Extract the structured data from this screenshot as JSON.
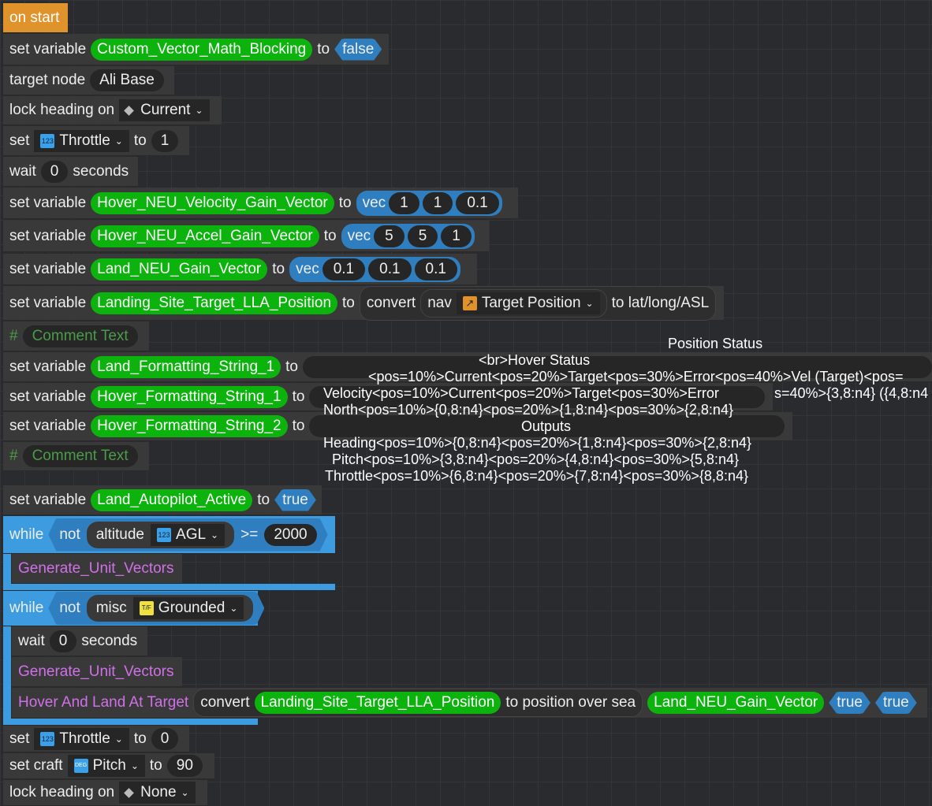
{
  "on_start": "on start",
  "kw": {
    "set_variable": "set variable",
    "to": "to",
    "set": "set",
    "set_craft": "set craft",
    "wait": "wait",
    "seconds": "seconds",
    "lock_heading_on": "lock heading on",
    "target_node": "target node",
    "vec": "vec",
    "convert": "convert",
    "nav": "nav",
    "to_lat_long_asl": "to lat/long/ASL",
    "to_position_over_sea": "to position over sea",
    "while": "while",
    "not": "not",
    "altitude": "altitude",
    "misc": "misc",
    "gte": ">=",
    "hash": "#",
    "comma": ","
  },
  "r1": {
    "var": "Custom_Vector_Math_Blocking",
    "value": "false"
  },
  "r2": {
    "node": "Ali Base"
  },
  "r3": {
    "heading": "Current"
  },
  "r4": {
    "prop": "Throttle",
    "value": "1",
    "badge": "123"
  },
  "r5": {
    "value": "0"
  },
  "r6": {
    "var": "Hover_NEU_Velocity_Gain_Vector",
    "x": "1",
    "y": "1",
    "z": "0.1"
  },
  "r7": {
    "var": "Hover_NEU_Accel_Gain_Vector",
    "x": "5",
    "y": "5",
    "z": "1"
  },
  "r8": {
    "var": "Land_NEU_Gain_Vector",
    "x": "0.1",
    "y": "0.1",
    "z": "0.1"
  },
  "r9": {
    "var": "Landing_Site_Target_LLA_Position",
    "nav": "Target Position"
  },
  "comment": "Comment Text",
  "r11": {
    "var": "Land_Formatting_String_1"
  },
  "r12": {
    "var": "Hover_Formatting_String_1"
  },
  "r13": {
    "var": "Hover_Formatting_String_2"
  },
  "overflow": {
    "position_status": "Position Status",
    "hover_status": "<br>Hover Status",
    "l1": "<pos=10%>Current<pos=20%>Target<pos=30%>Error<pos=40%>Vel (Target)<pos=",
    "l1b": "s=40%>{3,8:n4} ({4,8:n4",
    "l2": "Velocity<pos=10%>Current<pos=20%>Target<pos=30%>Error",
    "l3": "North<pos=10%>{0,8:n4}<pos=20%>{1,8:n4}<pos=30%>{2,8:n4}",
    "outputs": "Outputs",
    "h1": "Heading<pos=10%>{0,8:n4}<pos=20%>{1,8:n4}<pos=30%>{2,8:n4}",
    "h2": "Pitch<pos=10%>{3,8:n4}<pos=20%>{4,8:n4}<pos=30%>{5,8:n4}",
    "h3": "Throttle<pos=10%>{6,8:n4}<pos=20%>{7,8:n4}<pos=30%>{8,8:n4}"
  },
  "r15": {
    "var": "Land_Autopilot_Active",
    "value": "true"
  },
  "while1": {
    "prop": "AGL",
    "badge": "123",
    "value": "2000",
    "call": "Generate_Unit_Vectors"
  },
  "while2": {
    "prop": "Grounded",
    "badge": "T/F",
    "wait": "0",
    "call": "Generate_Unit_Vectors",
    "call2": "Hover And Land At Target",
    "arg1": "Landing_Site_Target_LLA_Position",
    "arg2": "Land_NEU_Gain_Vector",
    "arg3": "true",
    "arg4": "true"
  },
  "r20": {
    "prop": "Throttle",
    "badge": "123",
    "value": "0"
  },
  "r21": {
    "prop": "Pitch",
    "badge": "DEG",
    "value": "90"
  },
  "r22": {
    "heading": "None"
  }
}
